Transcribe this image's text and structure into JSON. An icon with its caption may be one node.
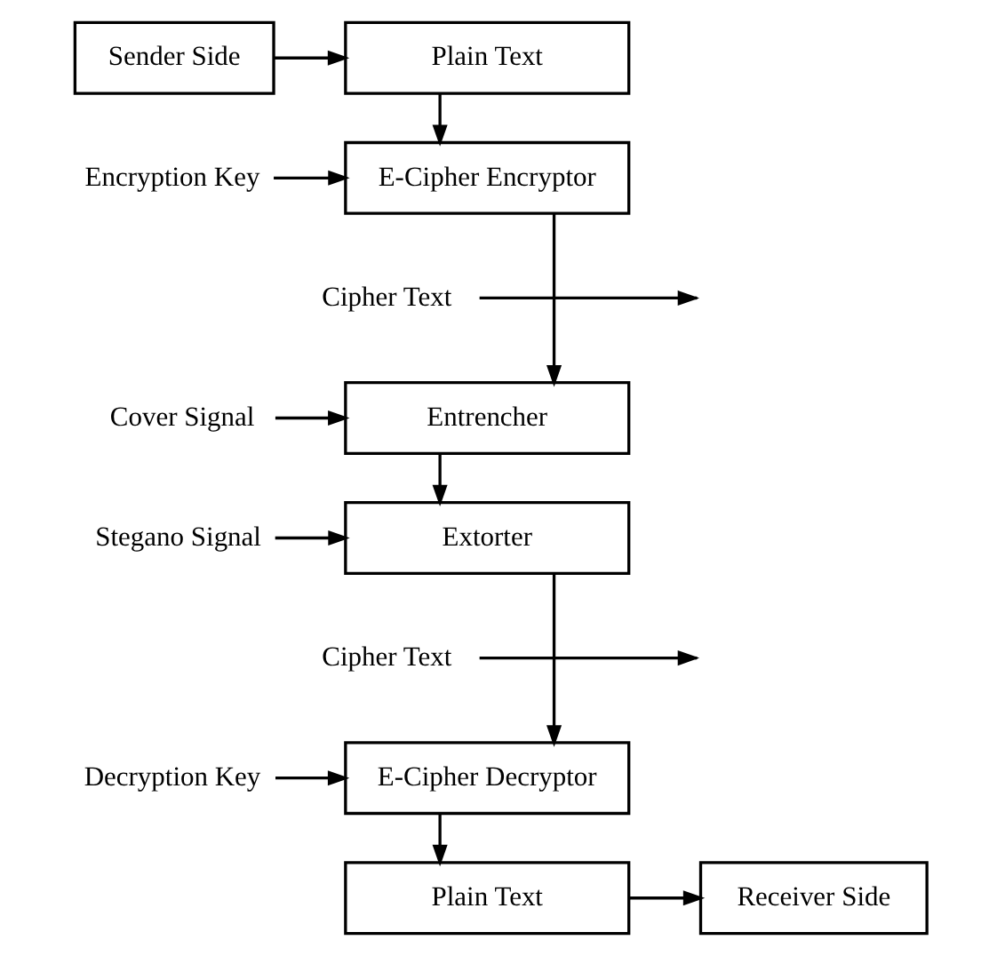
{
  "diagram": {
    "nodes": [
      {
        "text": [
          "Sender Side"
        ]
      },
      {
        "text": [
          "Plain Text"
        ]
      },
      {
        "text": [
          "E-Cipher Encryptor"
        ]
      },
      {
        "text": [
          "Encryption Key"
        ]
      },
      {
        "text": [
          "Cipher Text"
        ]
      },
      {
        "text": [
          "Cover Signal"
        ]
      },
      {
        "text": [
          "Entrencher"
        ]
      },
      {
        "text": [
          "Stegano Signal"
        ]
      },
      {
        "text": [
          "Extorter"
        ]
      },
      {
        "text": [
          "Cipher Text"
        ]
      },
      {
        "text": [
          "Decryption Key"
        ]
      },
      {
        "text": [
          "E-Cipher Decryptor"
        ]
      },
      {
        "text": [
          "Receiver Side"
        ]
      },
      {
        "text": [
          "Plain Text"
        ]
      }
    ],
    "edges": [
      {
        "from": 0,
        "to": 1,
        "arrow": "to"
      },
      {
        "from": 1,
        "to": 2,
        "arrow": "to"
      },
      {
        "from": 3,
        "to": 2,
        "arrow": "to"
      },
      {
        "from": 2,
        "to": 6,
        "arrow": "to"
      },
      {
        "from": 4,
        "to": null,
        "arrow": "to"
      },
      {
        "from": 5,
        "to": 6,
        "arrow": "to"
      },
      {
        "from": 6,
        "to": 8,
        "arrow": "to"
      },
      {
        "from": 7,
        "to": 8,
        "arrow": "to"
      },
      {
        "from": 8,
        "to": 11,
        "arrow": "to"
      },
      {
        "from": 9,
        "to": null,
        "arrow": "to"
      },
      {
        "from": 10,
        "to": 11,
        "arrow": "to"
      },
      {
        "from": 11,
        "to": 13,
        "arrow": "to"
      },
      {
        "from": 13,
        "to": 12,
        "arrow": "to"
      }
    ]
  }
}
